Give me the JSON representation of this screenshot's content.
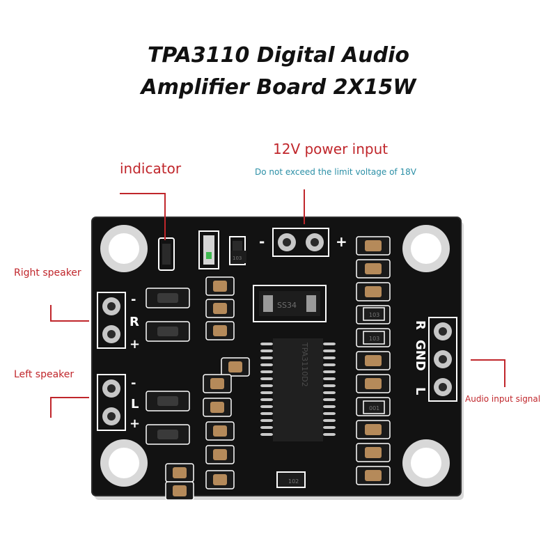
{
  "title": {
    "line1": "TPA3110 Digital Audio",
    "line2": "Amplifier Board 2X15W"
  },
  "annotations": {
    "indicator": "indicator",
    "power_input": "12V power input",
    "power_note": "Do not exceed the limit voltage of 18V",
    "right_speaker": "Right speaker",
    "left_speaker": "Left speaker",
    "audio_input": "Audio input signal"
  },
  "board_silkscreen": {
    "power_minus": "-",
    "power_plus": "+",
    "right_minus": "-",
    "right_r": "R",
    "right_plus": "+",
    "left_minus": "-",
    "left_l": "L",
    "left_plus": "+",
    "input_r": "R",
    "input_gnd": "GND",
    "input_l": "L",
    "ic_marking": "SS34",
    "chip_marking": "TPA3110D2",
    "resistor_code_1": "103",
    "resistor_code_2": "103",
    "resistor_code_3": "103",
    "resistor_code_4": "001",
    "resistor_code_5": "102"
  },
  "colors": {
    "board": "#121212",
    "label_red": "#c0262b",
    "note_teal": "#2b8fa6"
  }
}
